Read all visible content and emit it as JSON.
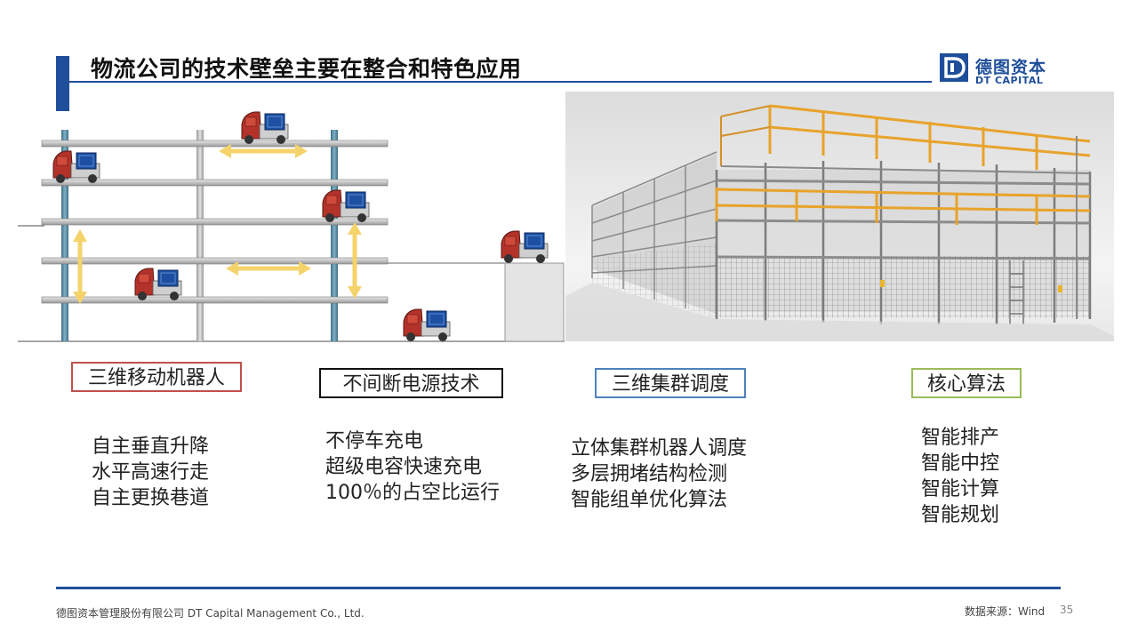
{
  "title": "物流公司的技术壁垒主要在整合和特色应用",
  "logo": {
    "cn": "德图资本",
    "en": "DT CAPITAL",
    "mark": "D"
  },
  "features": [
    {
      "label": "三维移动机器人",
      "lines": [
        "自主垂直升降",
        "水平高速行走",
        "自主更换巷道"
      ]
    },
    {
      "label": "不间断电源技术",
      "lines": [
        "不停车充电",
        "超级电容快速充电",
        "100％的占空比运行"
      ]
    },
    {
      "label": "三维集群调度",
      "lines": [
        "立体集群机器人调度",
        "多层拥堵结构检测",
        "智能组单优化算法"
      ]
    },
    {
      "label": "核心算法",
      "lines": [
        "智能排产",
        "智能中控",
        "智能计算",
        "智能规划"
      ]
    }
  ],
  "footer": {
    "company": "德图资本管理股份有限公司  DT Capital  Management  Co., Ltd.",
    "source": "数据来源：Wind",
    "page": "35"
  },
  "colors": {
    "brand": "#1f4e9a",
    "box1": "#c0504d",
    "box2": "#111111",
    "box3": "#4f81bd",
    "box4": "#9bbb59",
    "arrow": "#f5d36b",
    "robot": "#b3322a",
    "cargo": "#1d4fa3",
    "railing": "#e8a32a"
  }
}
